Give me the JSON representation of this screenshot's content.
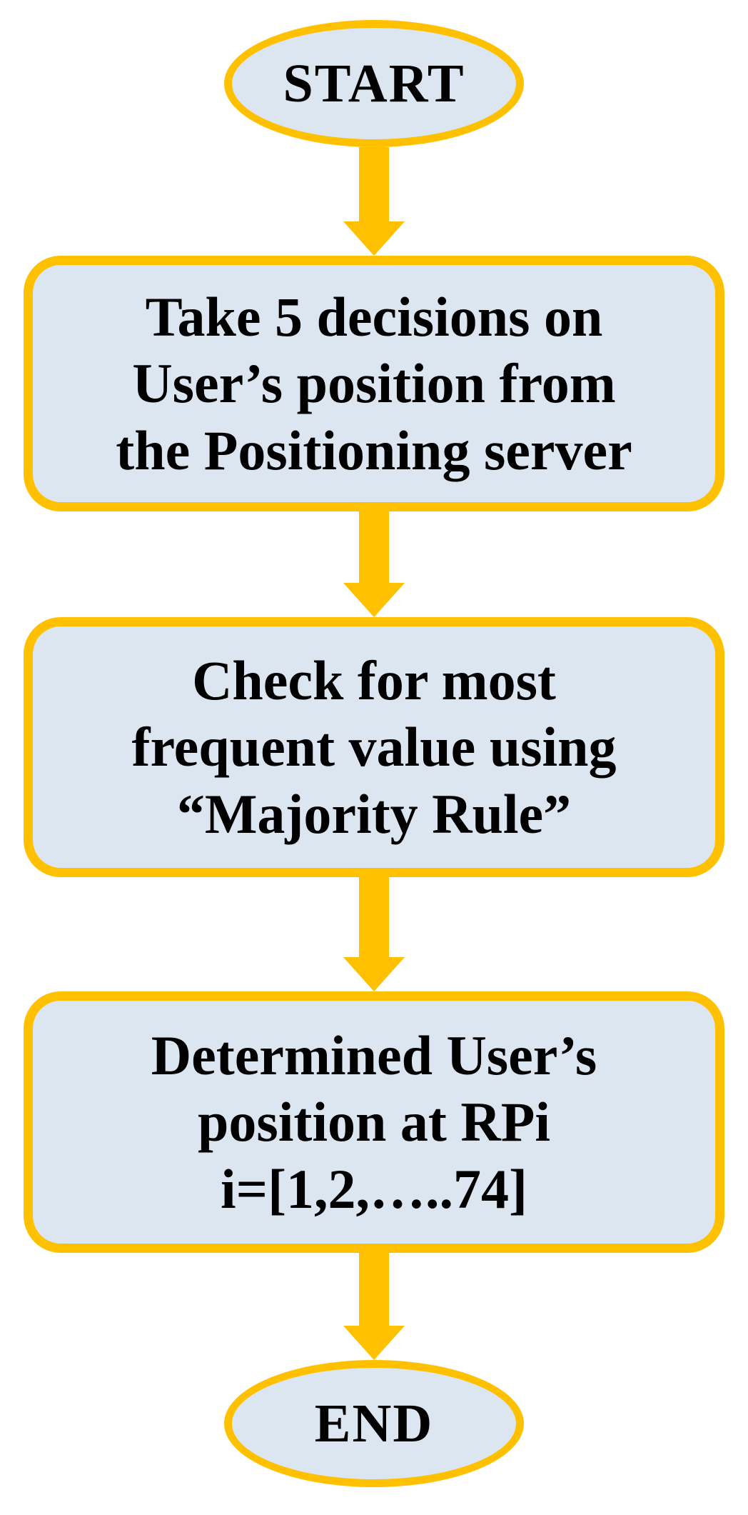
{
  "flowchart": {
    "colors": {
      "page_bg": "#ffffff",
      "node_fill": "#dce6f1",
      "node_border": "#ffc000",
      "arrow_color": "#ffc000",
      "text_color": "#000000"
    },
    "nodes": [
      {
        "id": "start",
        "type": "terminator",
        "label": "START"
      },
      {
        "id": "step1",
        "type": "process",
        "lines": [
          "Take 5 decisions on",
          "User’s position from",
          "the Positioning server"
        ]
      },
      {
        "id": "step2",
        "type": "process",
        "lines": [
          "Check for most",
          "frequent value using",
          "“Majority Rule”"
        ]
      },
      {
        "id": "step3",
        "type": "process",
        "lines": [
          "Determined User’s",
          "position at RPi",
          "i=[1,2,…..74]"
        ]
      },
      {
        "id": "end",
        "type": "terminator",
        "label": "END"
      }
    ],
    "edges": [
      {
        "from": "start",
        "to": "step1",
        "direction": "down"
      },
      {
        "from": "step1",
        "to": "step2",
        "direction": "down"
      },
      {
        "from": "step2",
        "to": "step3",
        "direction": "down"
      },
      {
        "from": "step3",
        "to": "end",
        "direction": "down"
      }
    ]
  }
}
